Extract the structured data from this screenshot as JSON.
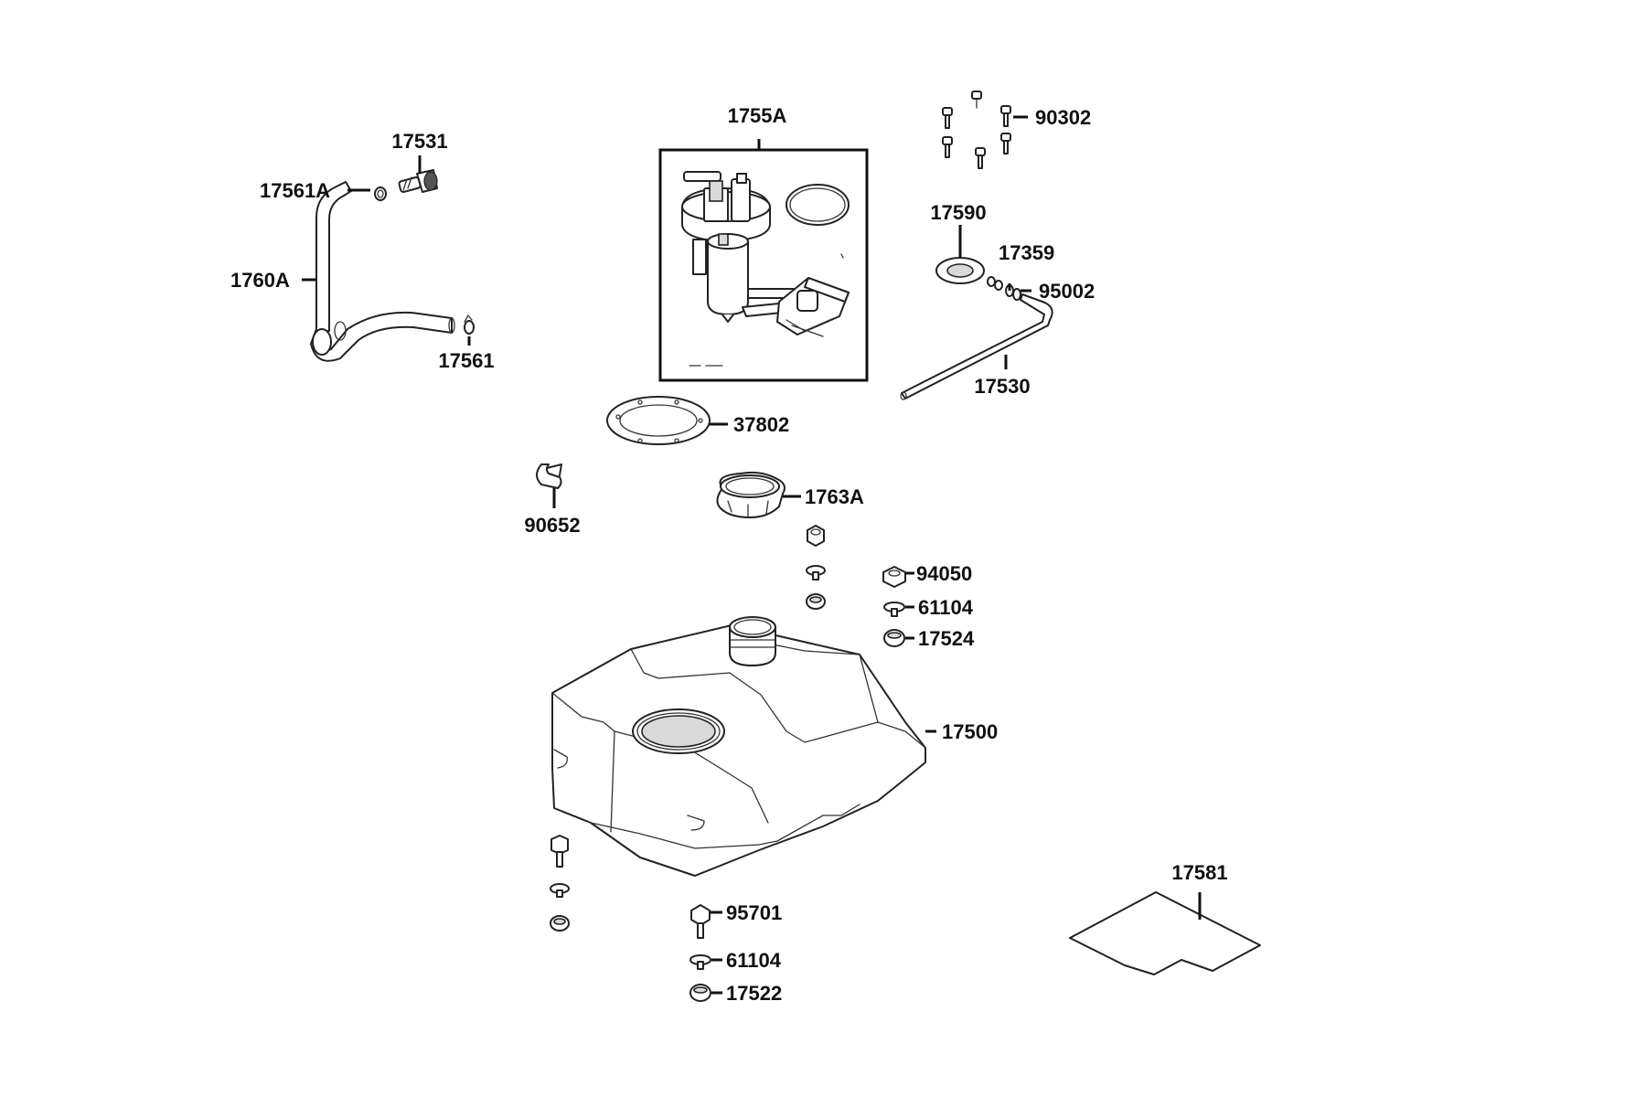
{
  "diagram": {
    "callouts": {
      "p1755A": "1755A",
      "p90302": "90302",
      "p17531": "17531",
      "p17561A": "17561A",
      "p1760A": "1760A",
      "p17561": "17561",
      "p17590": "17590",
      "p17359": "17359",
      "p95002": "95002",
      "p17530": "17530",
      "p37802": "37802",
      "p90652": "90652",
      "p1763A": "1763A",
      "p94050": "94050",
      "p61104_upper": "61104",
      "p17524": "17524",
      "p17500": "17500",
      "p17581": "17581",
      "p95701": "95701",
      "p61104_lower": "61104",
      "p17522": "17522"
    }
  }
}
